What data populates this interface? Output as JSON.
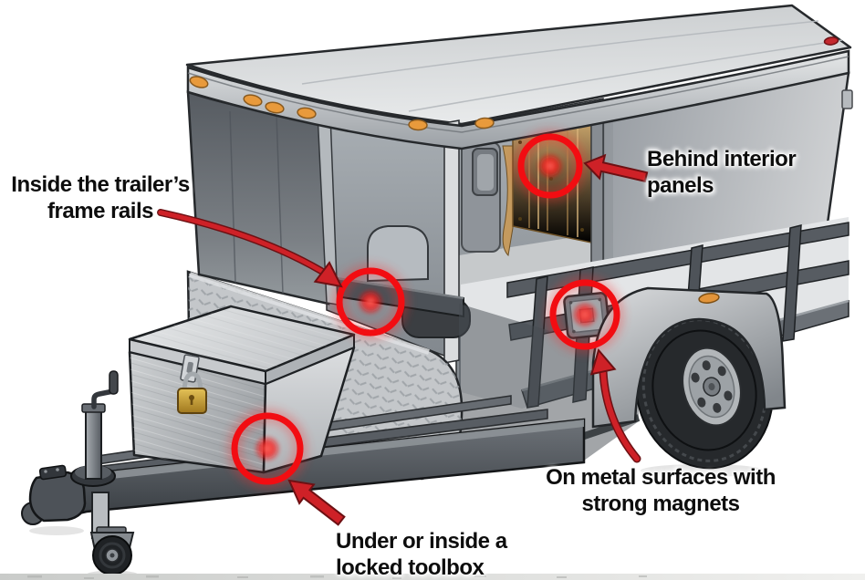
{
  "diagram": {
    "subject": "enclosed-cargo-trailer-tracker-hiding-spots",
    "callouts": [
      {
        "id": "frame-rails",
        "lines": [
          "Inside the trailer’s",
          "frame rails"
        ],
        "full": "Inside the trailer’s frame rails"
      },
      {
        "id": "interior-panels",
        "lines": [
          "Behind interior",
          "panels"
        ],
        "full": "Behind interior panels"
      },
      {
        "id": "magnets",
        "lines": [
          "On metal surfaces with",
          "strong magnets"
        ],
        "full": "On metal surfaces with strong magnets"
      },
      {
        "id": "toolbox",
        "lines": [
          "Under or inside a",
          "locked toolbox"
        ],
        "full": "Under or inside a locked toolbox"
      }
    ],
    "hotspot_count": 4,
    "colors": {
      "background": "#ffffff",
      "glow_ring_red": "#f20d12",
      "glow_dot_red": "#ff2a2a",
      "arrow_red": "#ce2127",
      "arrow_outline": "#6d1013",
      "label_text": "#0d0d0d",
      "trailer_silver": "#c6c9cc",
      "trailer_front_dark": "#5d6268",
      "plywood_panel": "#c8a165",
      "frame_steel": "#53585e",
      "diamond_plate": "#c4c7ca",
      "padlock_brass": "#d4af37",
      "marker_light_amber": "#e89a3c",
      "marker_light_red": "#c3282e"
    }
  }
}
